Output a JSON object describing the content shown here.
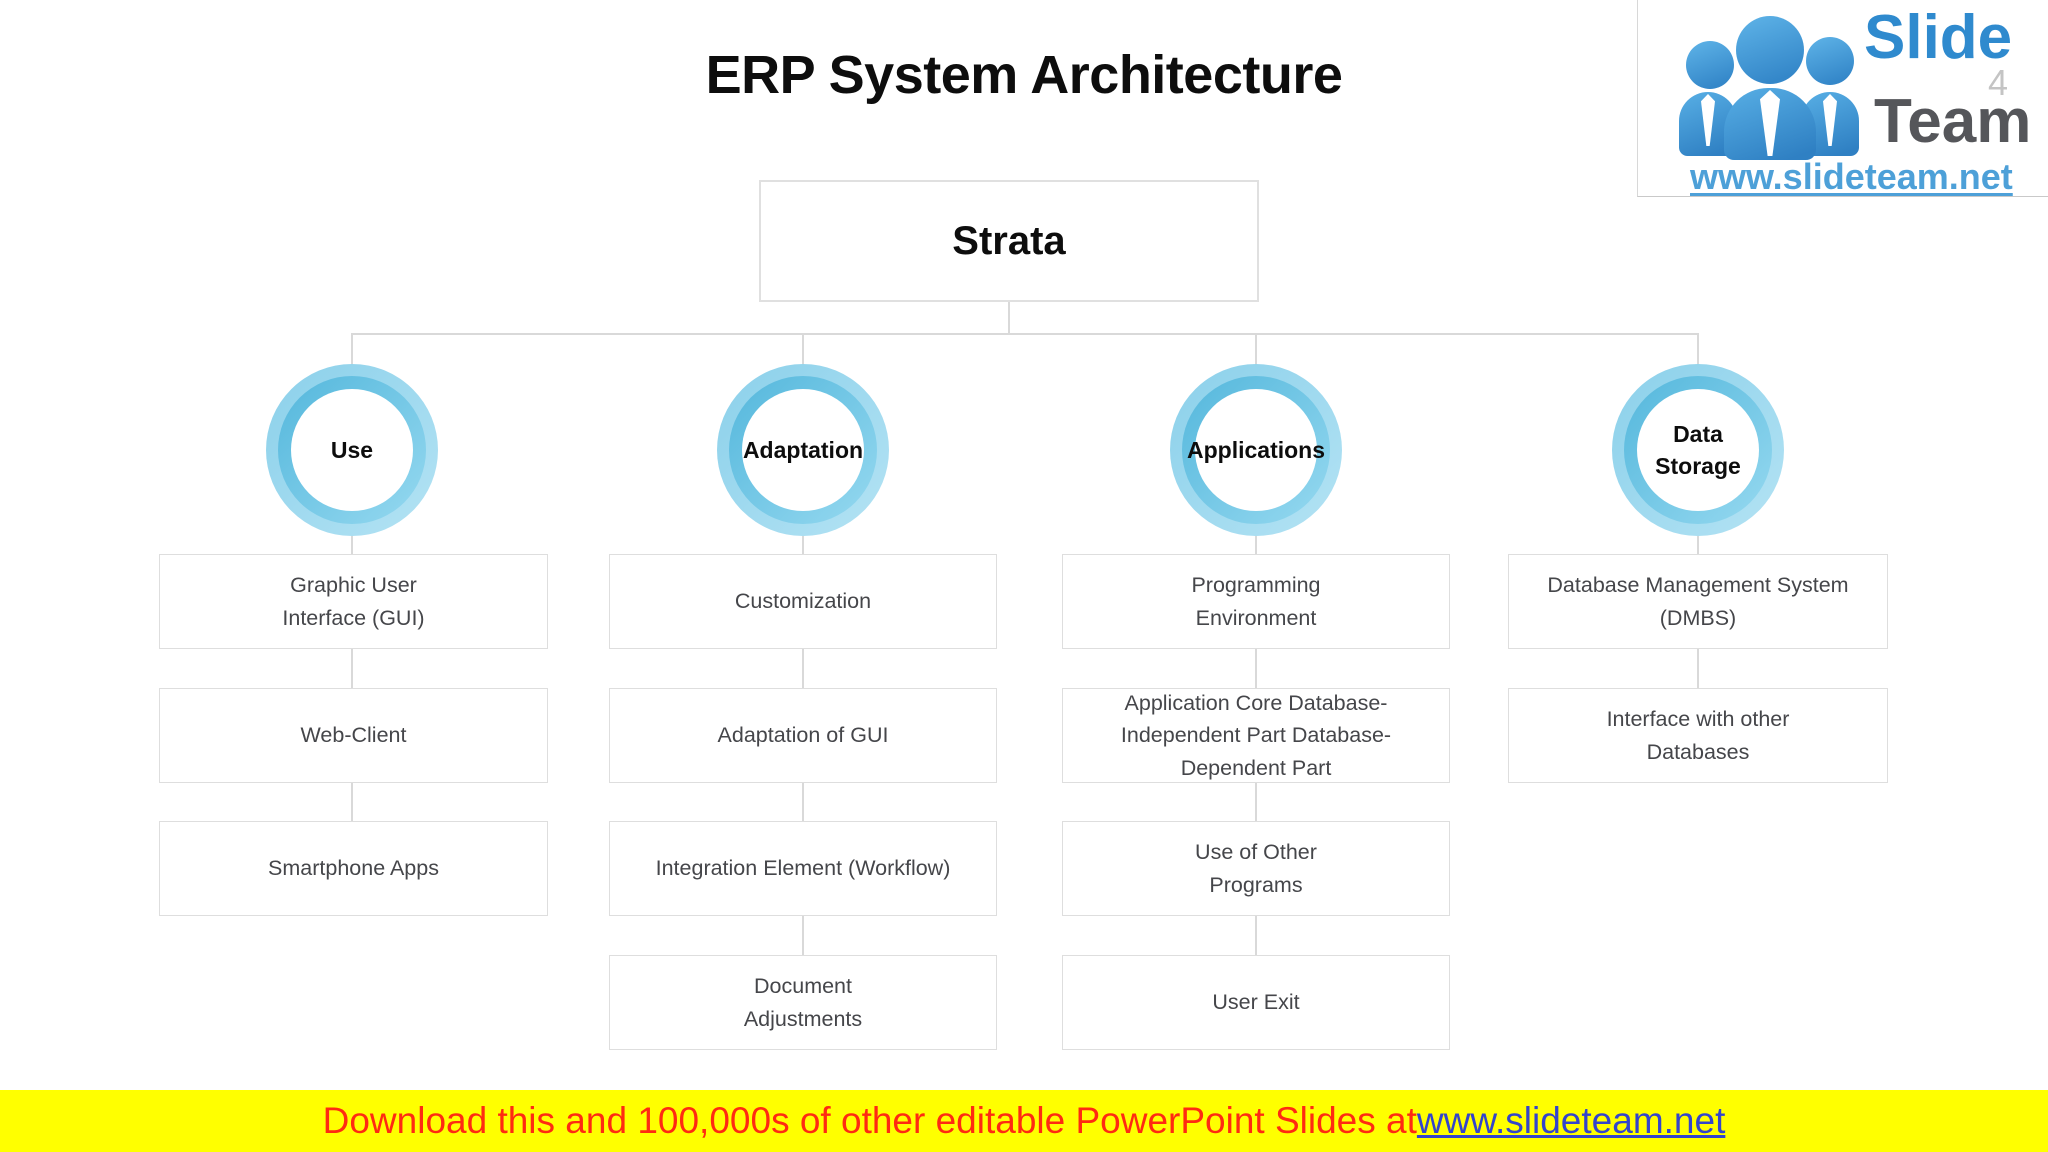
{
  "title": "ERP System Architecture",
  "logo": {
    "brand_top": "Slide",
    "brand_bottom": "Team",
    "url": "www.slideteam.net",
    "watermark": "4",
    "icon": "people-icon",
    "brand_blue": "#2f8ace",
    "brand_gray": "#55565a",
    "url_blue": "#4da0d8"
  },
  "root": {
    "label": "Strata"
  },
  "columns": [
    {
      "circle": "Use",
      "boxes": [
        "Graphic User\nInterface (GUI)",
        "Web-Client",
        "Smartphone Apps"
      ]
    },
    {
      "circle": "Adaptation",
      "boxes": [
        "Customization",
        "Adaptation of GUI",
        "Integration Element (Workflow)",
        "Document\nAdjustments"
      ]
    },
    {
      "circle": "Applications",
      "boxes": [
        "Programming\nEnvironment",
        "Application Core Database-\nIndependent Part Database-\nDependent Part",
        "Use of Other\nPrograms",
        "User Exit"
      ]
    },
    {
      "circle": "Data\nStorage",
      "boxes": [
        "Database Management System\n(DMBS)",
        "Interface with other\nDatabases"
      ]
    }
  ],
  "banner": {
    "text": "Download this and 100,000s of other editable PowerPoint Slides at ",
    "link": "www.slideteam.net",
    "bg": "#ffff00",
    "text_color": "#ff2a12",
    "link_color": "#3344cc"
  },
  "colors": {
    "ring_outer": "#8bd0ea",
    "ring_inner": "#54b7dc",
    "connector_line": "#d9d9d9",
    "box_border": "#dedede",
    "box_text": "#45464a"
  }
}
